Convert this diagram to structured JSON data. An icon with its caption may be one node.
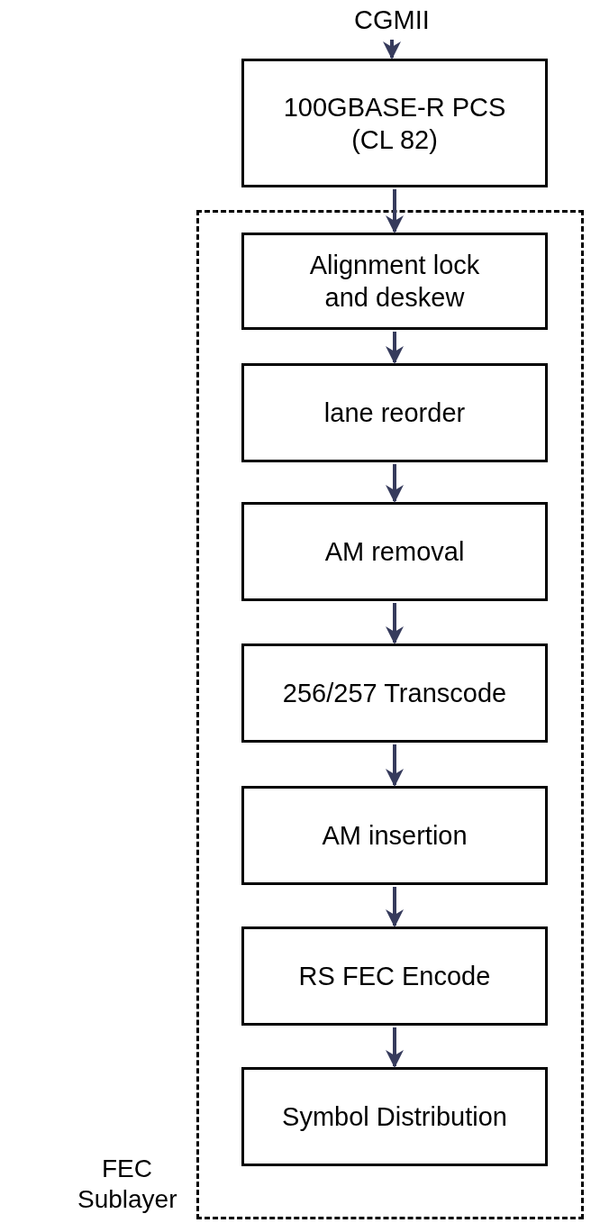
{
  "diagram": {
    "nodes": [
      {
        "text": [
          "CGMII"
        ]
      },
      {
        "text": [
          "100GBASE-R PCS (CL 82)"
        ]
      },
      {
        "text": [],
        "shape": "box",
        "beside": [
          "FEC Sublayer"
        ]
      },
      {
        "text": [
          "Alignment lock and deskew"
        ],
        "in": 2
      },
      {
        "text": [
          "lane reorder"
        ],
        "in": 2
      },
      {
        "text": [
          "AM removal"
        ],
        "in": 2
      },
      {
        "text": [
          "256/257 Transcode"
        ],
        "in": 2
      },
      {
        "text": [
          "AM insertion"
        ],
        "in": 2
      },
      {
        "text": [
          "RS FEC Encode"
        ],
        "in": 2
      },
      {
        "text": [
          "Symbol Distribution"
        ],
        "in": 2
      }
    ],
    "edges": [
      {
        "from": 0,
        "to": 1,
        "arrow": "to"
      },
      {
        "from": 1,
        "to": 3,
        "arrow": "to"
      },
      {
        "from": 3,
        "to": 4,
        "arrow": "to"
      },
      {
        "from": 4,
        "to": 5,
        "arrow": "to"
      },
      {
        "from": 5,
        "to": 6,
        "arrow": "to"
      },
      {
        "from": 6,
        "to": 7,
        "arrow": "to"
      },
      {
        "from": 7,
        "to": 8,
        "arrow": "to"
      },
      {
        "from": 8,
        "to": 9,
        "arrow": "to"
      }
    ]
  }
}
